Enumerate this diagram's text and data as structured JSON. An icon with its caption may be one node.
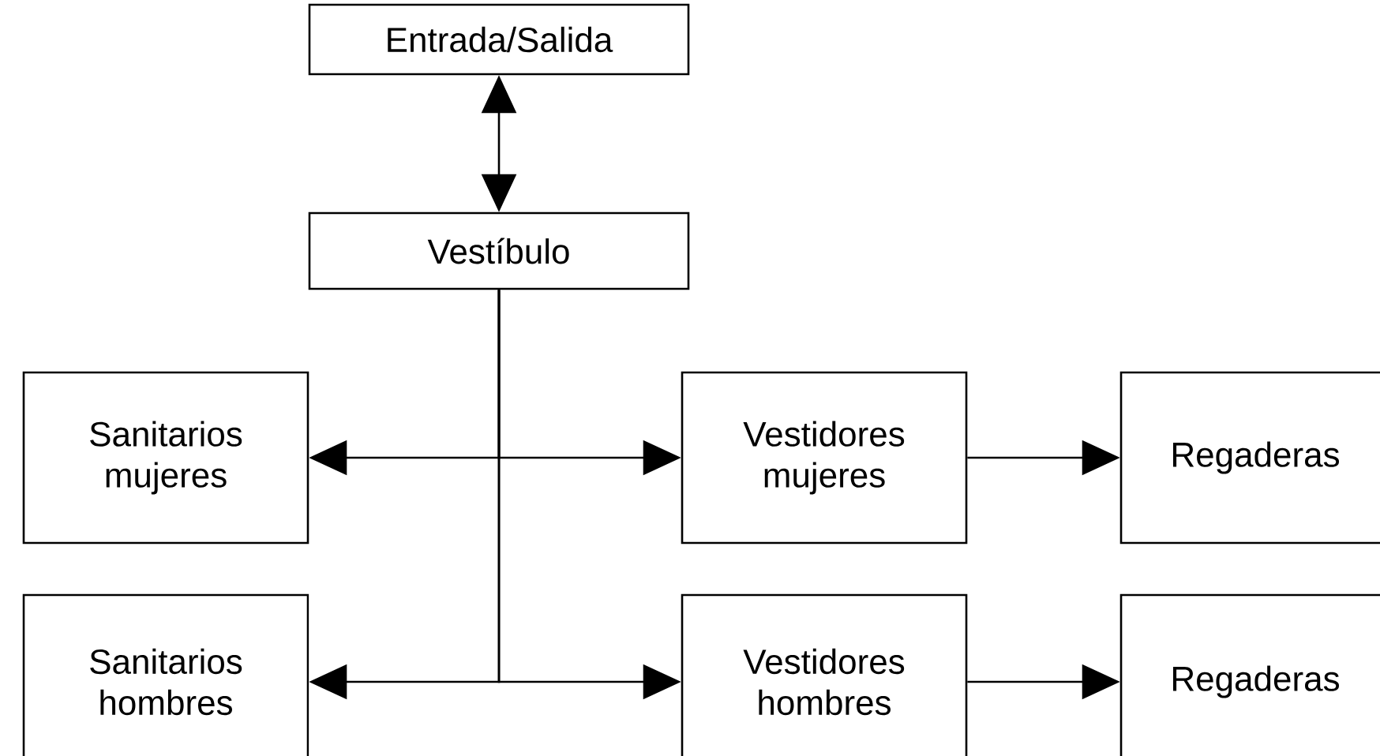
{
  "diagram": {
    "nodes": [
      {
        "text": [
          "Entrada/Salida"
        ]
      },
      {
        "text": [
          "Vestíbulo"
        ]
      },
      {
        "text": [
          "Sanitarios mujeres"
        ]
      },
      {
        "text": [
          "Vestidores mujeres"
        ]
      },
      {
        "text": [
          "Regaderas"
        ]
      },
      {
        "text": [
          "Sanitarios hombres"
        ]
      },
      {
        "text": [
          "Vestidores hombres"
        ]
      },
      {
        "text": [
          "Regaderas"
        ]
      }
    ],
    "edges": [
      {
        "from": 0,
        "to": 1,
        "arrow": "both"
      },
      {
        "from": 1,
        "to": 2,
        "arrow": "to"
      },
      {
        "from": 1,
        "to": 3,
        "arrow": "to"
      },
      {
        "from": 1,
        "to": 5,
        "arrow": "to"
      },
      {
        "from": 1,
        "to": 6,
        "arrow": "to"
      },
      {
        "from": 3,
        "to": 4,
        "arrow": "to"
      },
      {
        "from": 6,
        "to": 7,
        "arrow": "to"
      }
    ]
  }
}
